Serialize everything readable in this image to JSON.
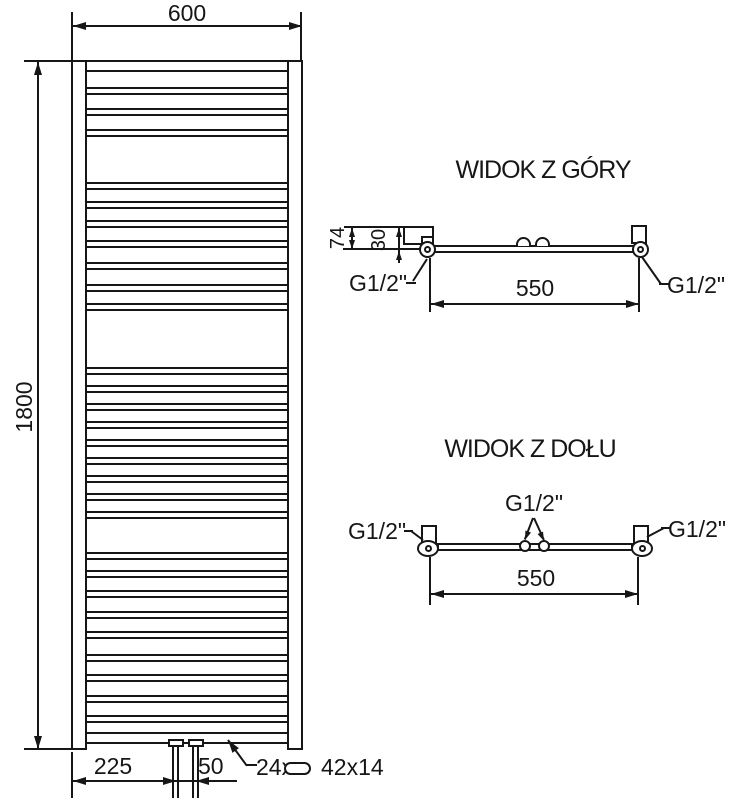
{
  "front_view": {
    "width_label": "600",
    "height_label": "1800",
    "bottom_offset_label": "225",
    "bottom_spacing_label": "50",
    "tube_count_label": "24x",
    "tube_profile_label": "42x14"
  },
  "top_view": {
    "title": "WIDOK Z GÓRY",
    "depth_label": "74",
    "inset_label": "30",
    "left_connection": "G1/2\"",
    "right_connection": "G1/2\"",
    "span_label": "550"
  },
  "bottom_view": {
    "title": "WIDOK Z DOŁU",
    "left_connection": "G1/2\"",
    "center_connection": "G1/2\"",
    "right_connection": "G1/2\"",
    "span_label": "550"
  },
  "radiator": {
    "collectors": [
      [
        60,
        12
      ],
      [
        732,
        12
      ]
    ],
    "tube_height": 8,
    "tube_groups": [
      [
        87,
        108,
        129
      ],
      [
        182,
        201,
        220,
        240,
        262,
        284,
        303
      ],
      [
        367,
        385,
        403,
        421,
        439,
        457,
        475,
        493,
        511
      ],
      [
        552,
        570,
        590,
        611,
        631,
        654,
        674,
        695,
        715
      ]
    ]
  },
  "colors": {
    "line": "#161616",
    "background": "#ffffff"
  }
}
